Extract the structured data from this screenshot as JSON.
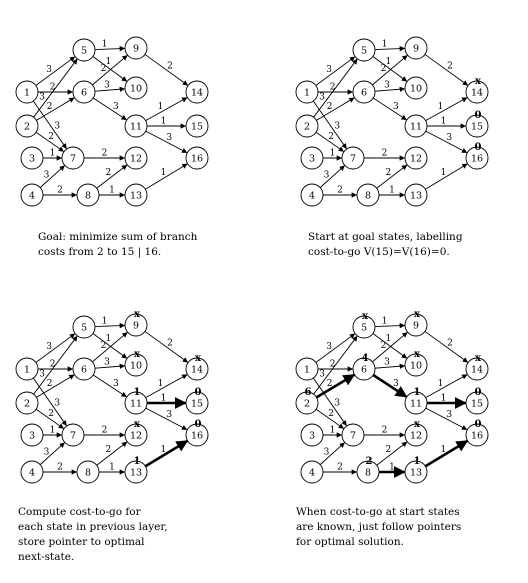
{
  "nodes": [
    "1",
    "2",
    "3",
    "4",
    "5",
    "6",
    "7",
    "8",
    "9",
    "10",
    "11",
    "12",
    "13",
    "14",
    "15",
    "16"
  ],
  "edges": [
    {
      "from": "1",
      "to": "5",
      "cost": "3"
    },
    {
      "from": "1",
      "to": "6",
      "cost": "2"
    },
    {
      "from": "1",
      "to": "7",
      "cost": "3"
    },
    {
      "from": "2",
      "to": "5",
      "cost": "3"
    },
    {
      "from": "2",
      "to": "6",
      "cost": "2"
    },
    {
      "from": "2",
      "to": "7",
      "cost": "2"
    },
    {
      "from": "3",
      "to": "7",
      "cost": "1"
    },
    {
      "from": "4",
      "to": "7",
      "cost": "3"
    },
    {
      "from": "4",
      "to": "8",
      "cost": "2"
    },
    {
      "from": "5",
      "to": "9",
      "cost": "1"
    },
    {
      "from": "5",
      "to": "10",
      "cost": "1"
    },
    {
      "from": "6",
      "to": "9",
      "cost": "2"
    },
    {
      "from": "6",
      "to": "10",
      "cost": "3"
    },
    {
      "from": "6",
      "to": "11",
      "cost": "3"
    },
    {
      "from": "7",
      "to": "12",
      "cost": "2"
    },
    {
      "from": "8",
      "to": "12",
      "cost": "2"
    },
    {
      "from": "8",
      "to": "13",
      "cost": "1"
    },
    {
      "from": "9",
      "to": "14",
      "cost": "2"
    },
    {
      "from": "11",
      "to": "14",
      "cost": "1"
    },
    {
      "from": "11",
      "to": "15",
      "cost": "1"
    },
    {
      "from": "11",
      "to": "16",
      "cost": "3"
    },
    {
      "from": "13",
      "to": "16",
      "cost": "1"
    }
  ],
  "panels": [
    {
      "caption": "Goal: minimize sum of branch\ncosts from 2 to 15 | 16.",
      "values": {},
      "optimal_edges": []
    },
    {
      "caption": "Start at goal states, labelling\ncost-to-go V(15)=V(16)=0.",
      "values": {
        "14": "x",
        "15": "0",
        "16": "0"
      },
      "optimal_edges": []
    },
    {
      "caption": "Compute cost-to-go for\neach state in previous layer,\nstore pointer to optimal\nnext-state.",
      "values": {
        "9": "x",
        "10": "x",
        "11": "1",
        "12": "x",
        "13": "1",
        "14": "x",
        "15": "0",
        "16": "0"
      },
      "optimal_edges": [
        [
          "11",
          "15"
        ],
        [
          "13",
          "16"
        ]
      ]
    },
    {
      "caption": "When cost-to-go at start states\nare known, just follow pointers\nfor optimal solution.",
      "values": {
        "2": "6",
        "5": "x",
        "6": "4",
        "8": "2",
        "9": "x",
        "10": "x",
        "11": "1",
        "12": "x",
        "13": "1",
        "14": "x",
        "15": "0",
        "16": "0"
      },
      "optimal_edges": [
        [
          "2",
          "6"
        ],
        [
          "6",
          "11"
        ],
        [
          "11",
          "15"
        ],
        [
          "8",
          "13"
        ],
        [
          "13",
          "16"
        ]
      ]
    }
  ]
}
